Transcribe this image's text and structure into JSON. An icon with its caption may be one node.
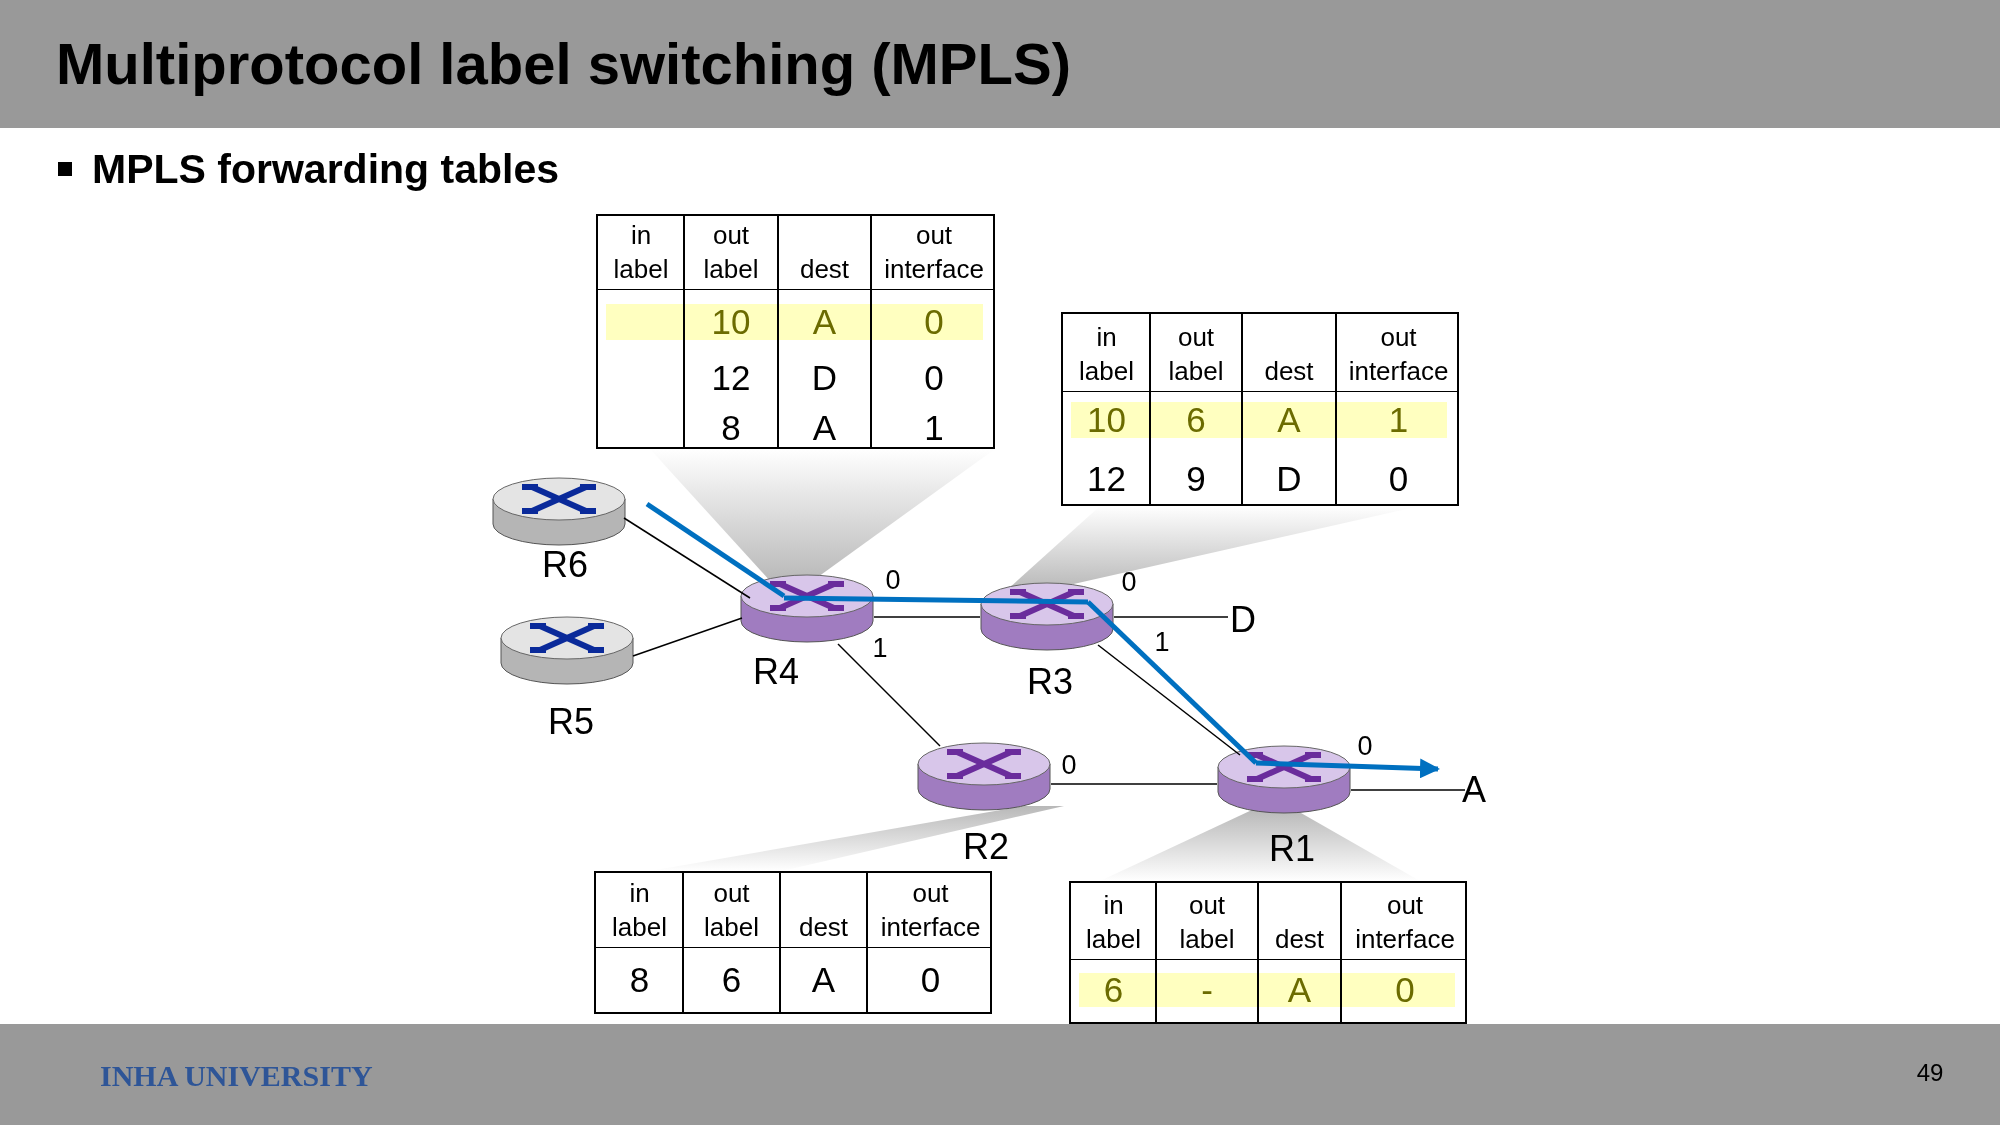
{
  "diagram": {
    "title": "Multiprotocol label switching (MPLS)",
    "nodes": [
      {
        "text": [
          "in label",
          "out label",
          "dest",
          "out interface",
          "10",
          "A",
          "0",
          "12",
          "D",
          "0",
          "8",
          "A",
          "1"
        ]
      },
      {
        "text": [
          "in label",
          "out label",
          "dest",
          "out interface",
          "10",
          "6",
          "A",
          "1",
          "12",
          "9",
          "D",
          "0"
        ]
      },
      {
        "text": [],
        "shape": "cylinder",
        "beside": [
          "R6"
        ]
      },
      {
        "text": [],
        "shape": "cylinder",
        "beside": [
          "R4"
        ]
      },
      {
        "text": [],
        "shape": "cylinder",
        "beside": [
          "R3"
        ]
      },
      {
        "text": [
          "D"
        ]
      },
      {
        "text": [],
        "shape": "cylinder",
        "beside": [
          "R5"
        ]
      },
      {
        "text": [],
        "shape": "cylinder",
        "beside": [
          "R2"
        ]
      },
      {
        "text": [],
        "shape": "cylinder",
        "beside": [
          "R1"
        ]
      },
      {
        "text": [
          "A"
        ]
      },
      {
        "text": [
          "in label",
          "out label",
          "dest",
          "out interface",
          "8",
          "6",
          "A",
          "0"
        ]
      },
      {
        "text": [
          "in label",
          "out label",
          "dest",
          "out interface",
          "6",
          "-",
          "A",
          "0"
        ]
      }
    ],
    "edges": [
      {
        "from": 2,
        "to": 3,
        "arrow": "none"
      },
      {
        "from": 6,
        "to": 3,
        "arrow": "none"
      },
      {
        "from": 3,
        "to": 4,
        "arrow": "none"
      },
      {
        "from": 3,
        "to": 7,
        "arrow": "none"
      },
      {
        "from": 4,
        "to": 5,
        "arrow": "none"
      },
      {
        "from": 4,
        "to": 8,
        "arrow": "none"
      },
      {
        "from": 7,
        "to": 8,
        "arrow": "none"
      },
      {
        "from": 8,
        "to": 9,
        "arrow": "none"
      },
      {
        "from": 2,
        "to": 3,
        "arrow": "none",
        "style": "thick",
        "color": "#0070c0"
      },
      {
        "from": 3,
        "to": 4,
        "arrow": "none",
        "style": "thick",
        "color": "#0070c0"
      },
      {
        "from": 4,
        "to": 8,
        "arrow": "none",
        "style": "thick",
        "color": "#0070c0"
      },
      {
        "from": 8,
        "to": 9,
        "arrow": "to",
        "style": "thick",
        "color": "#0070c0"
      },
      {
        "from": 0,
        "to": 3,
        "arrow": "none",
        "color": "#b8b8b8"
      },
      {
        "from": 1,
        "to": 4,
        "arrow": "none",
        "color": "#b8b8b8"
      },
      {
        "from": 10,
        "to": 7,
        "arrow": "none",
        "color": "#b8b8b8"
      },
      {
        "from": 11,
        "to": 8,
        "arrow": "none",
        "color": "#b8b8b8"
      }
    ],
    "labels": [
      "MPLS forwarding tables",
      "0",
      "0",
      "1",
      "1",
      "0",
      "0",
      "INHA UNIVERSITY",
      "49"
    ]
  }
}
